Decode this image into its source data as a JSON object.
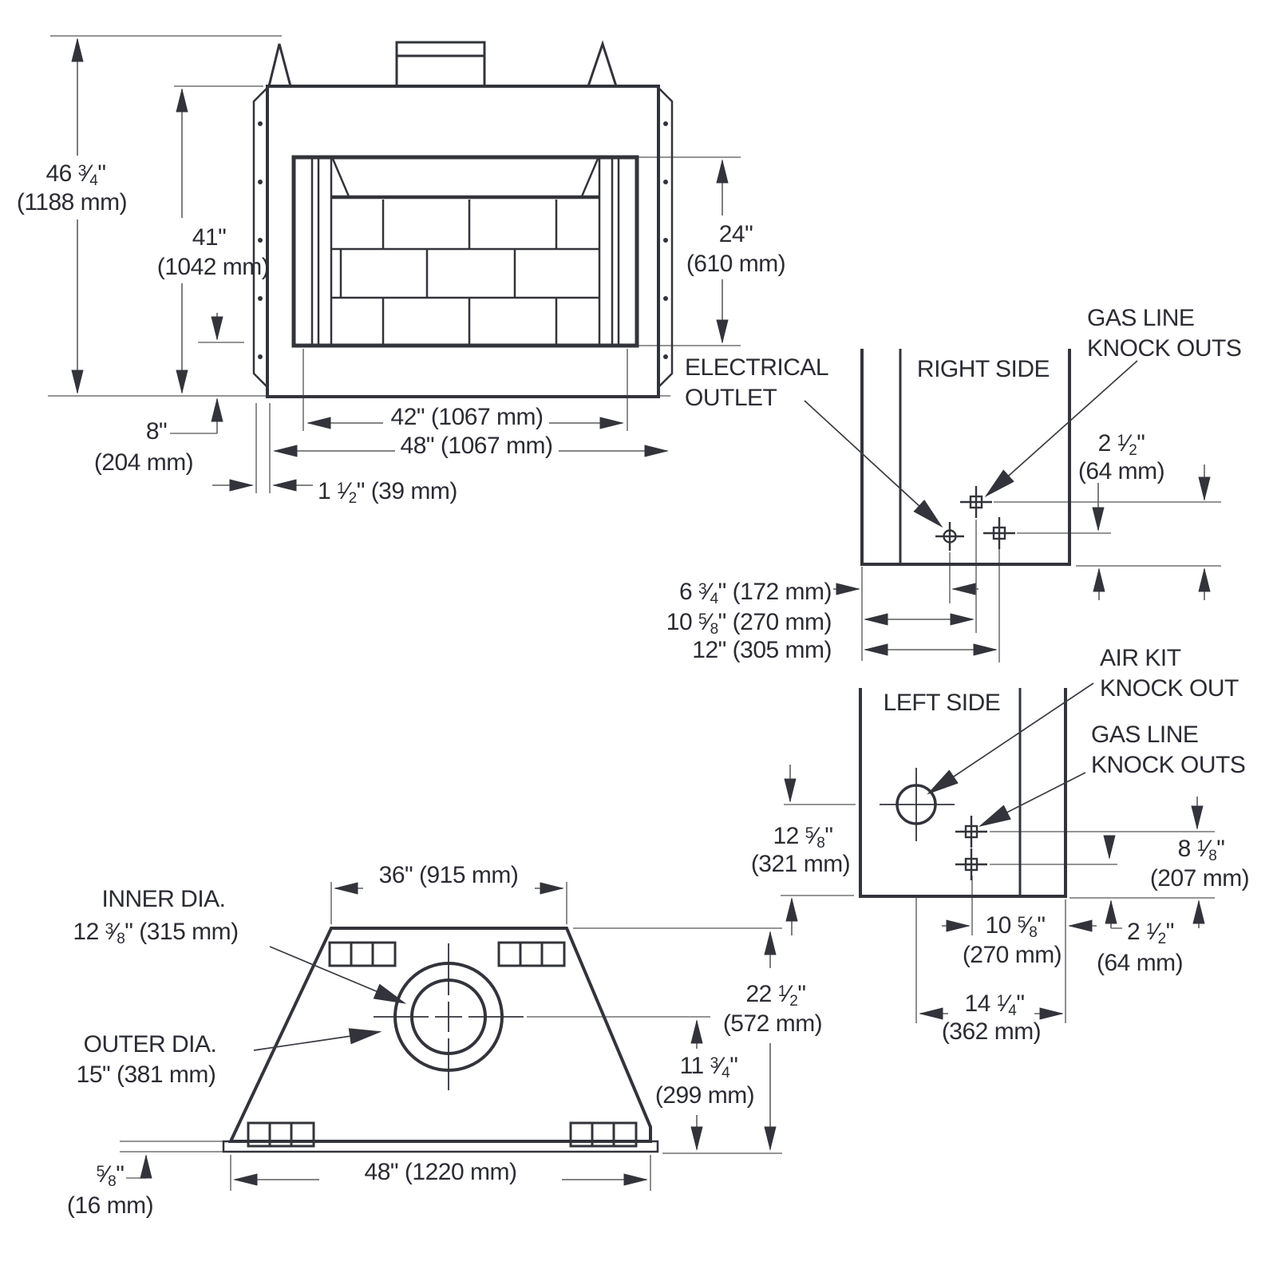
{
  "figure": {
    "type": "technical-dimension-diagram",
    "subject": "fireplace unit dimensions, front / right side / left side / top views"
  },
  "front": {
    "h_total_in": "46 3/4\"",
    "h_total_mm": "(1188 mm)",
    "h_body_in": "41\"",
    "h_body_mm": "(1042 mm)",
    "h_opening_in": "24\"",
    "h_opening_mm": "(610 mm)",
    "h_hearth_in": "8\"",
    "h_hearth_mm": "(204 mm)",
    "w_opening": "42\" (1067 mm)",
    "w_body": "48\" (1067 mm)",
    "w_flange": "1 1/2\" (39 mm)"
  },
  "right": {
    "title": "RIGHT SIDE",
    "elec1": "ELECTRICAL",
    "elec2": "OUTLET",
    "gas1": "GAS LINE",
    "gas2": "KNOCK OUTS",
    "d25_in": "2 1/2\"",
    "d25_mm": "(64 mm)",
    "d675": "6 3/4\" (172 mm)",
    "d1058": "10 5/8\" (270 mm)",
    "d12": "12\" (305 mm)"
  },
  "left": {
    "title": "LEFT SIDE",
    "air1": "AIR KIT",
    "air2": "KNOCK OUT",
    "gas1": "GAS LINE",
    "gas2": "KNOCK OUTS",
    "d1258_in": "12 5/8\"",
    "d1258_mm": "(321 mm)",
    "d818_in": "8 1/8\"",
    "d818_mm": "(207 mm)",
    "d1058_in": "10 5/8\"",
    "d1058_mm": "(270 mm)",
    "d25_in": "2 1/2\"",
    "d25_mm": "(64 mm)",
    "d1414_in": "14 1/4\"",
    "d1414_mm": "(362 mm)"
  },
  "top": {
    "inner1": "INNER DIA.",
    "inner2": "12 3/8\" (315 mm)",
    "outer1": "OUTER DIA.",
    "outer2": "15\" (381 mm)",
    "w_top": "36\" (915 mm)",
    "w_base": "48\" (1220 mm)",
    "depth_in": "22 1/2\"",
    "depth_mm": "(572 mm)",
    "flue_in": "11 3/4\"",
    "flue_mm": "(299 mm)",
    "plate_in": "5/8\"",
    "plate_mm": "(16 mm)"
  }
}
